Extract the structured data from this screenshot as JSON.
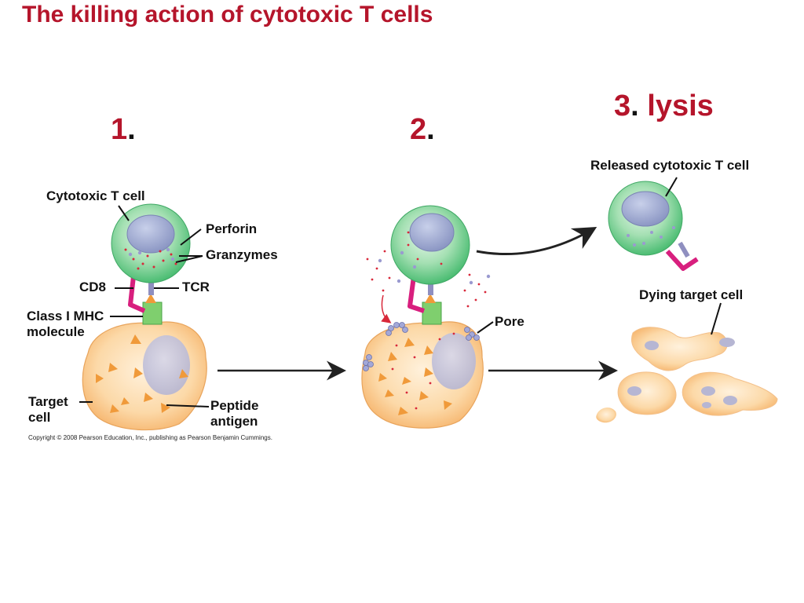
{
  "title": "The killing action of cytotoxic T cells",
  "steps": [
    {
      "number": "1",
      "punct": ".",
      "text": ""
    },
    {
      "number": "2",
      "punct": ".",
      "text": ""
    },
    {
      "number": "3",
      "punct": ".",
      "text": " lysis"
    }
  ],
  "labels": {
    "cytotoxic_t_cell": "Cytotoxic T cell",
    "perforin": "Perforin",
    "granzymes": "Granzymes",
    "cd8": "CD8",
    "tcr": "TCR",
    "class_mhc_line1": "Class I MHC",
    "class_mhc_line2": "molecule",
    "target_cell_line1": "Target",
    "target_cell_line2": "cell",
    "peptide_line1": "Peptide",
    "peptide_line2": "antigen",
    "pore": "Pore",
    "released_t_cell": "Released cytotoxic T cell",
    "dying_target_cell": "Dying target cell"
  },
  "copyright": "Copyright © 2008 Pearson Education, Inc., publishing as Pearson Benjamin Cummings.",
  "colors": {
    "title": "#b5152b",
    "t_cell": "#6cc98a",
    "nucleus": "#a9b4d8",
    "target_cell": "#f9c98e",
    "mhc": "#7fcf6e",
    "cd8": "#d81f7e",
    "tcr": "#8f8fc0",
    "antigen": "#f09a3a",
    "granule": "#d8283a",
    "perforin": "#9a9ad0"
  }
}
